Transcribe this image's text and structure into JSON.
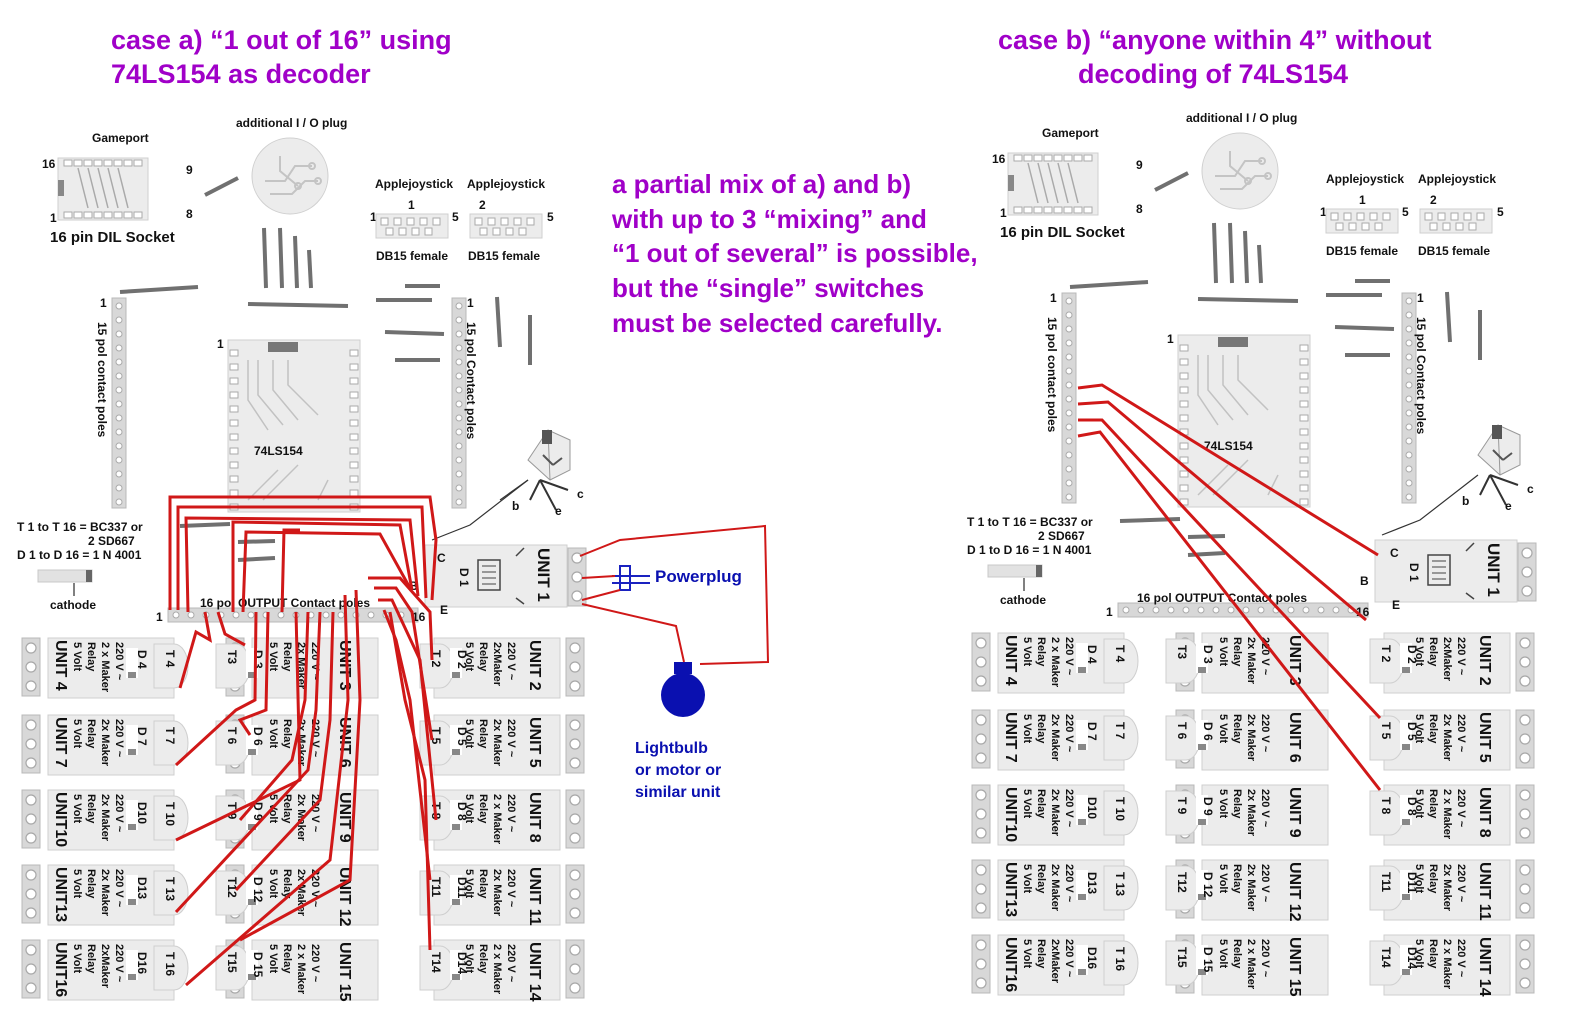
{
  "titles": {
    "case_a": [
      "case a) “1 out of 16” using",
      "74LS154 as decoder"
    ],
    "case_b": [
      "case b) “anyone within 4” without",
      "decoding of 74LS154"
    ],
    "mix_note": [
      "a partial mix of a) and b)",
      "with up to 3 “mixing” and",
      "“1 out of several” is possible,",
      "but the “single” switches",
      "must be selected carefully."
    ]
  },
  "labels": {
    "gameport": "Gameport",
    "io_plug": "additional I / O plug",
    "applejoystick": "Applejoystick",
    "db15": "DB15 female",
    "dil_socket": "16 pin DIL Socket",
    "contact_15_a": "15 pol contact poles",
    "contact_15_b": "15 pol Contact poles",
    "ic": "74LS154",
    "output_poles": "16 pol OUTPUT Contact poles",
    "transistor_note": [
      "T 1 to T 16 = BC337 or",
      "2 SD667",
      "D 1 to D 16 = 1 N 4001"
    ],
    "cathode": "cathode",
    "powerplug": "Powerplug",
    "lightbulb": [
      "Lightbulb",
      "or motor or",
      "similar unit"
    ],
    "pins": {
      "p1": "1",
      "p2": "2",
      "p5": "5",
      "p8": "8",
      "p9": "9",
      "p16": "16",
      "b": "b",
      "c": "c",
      "e": "e",
      "B": "B",
      "C": "C",
      "E": "E"
    }
  },
  "units_left": [
    {
      "unit": "UNIT 4",
      "t": "T 4",
      "d": "D 4",
      "spec": [
        "5 Volt",
        "Relay",
        "2 x Maker",
        "220 V ~"
      ]
    },
    {
      "unit": "UNIT 3",
      "t": "T3",
      "d": "D 3",
      "spec": [
        "5 Volt",
        "Relay",
        "2x Maker",
        "220 V ~"
      ]
    },
    {
      "unit": "UNIT 2",
      "t": "T 2",
      "d": "D 2",
      "spec": [
        "5 Volt",
        "Relay",
        "2xMaker",
        "220 V ~"
      ]
    },
    {
      "unit": "UNIT 7",
      "t": "T 7",
      "d": "D 7",
      "spec": [
        "5 Volt",
        "Relay",
        "2x Maker",
        "220 V ~"
      ]
    },
    {
      "unit": "UNIT 6",
      "t": "T 6",
      "d": "D 6",
      "spec": [
        "5 Volt",
        "Relay",
        "2x Maker",
        "220 V ~"
      ]
    },
    {
      "unit": "UNIT 5",
      "t": "T 5",
      "d": "D 5",
      "spec": [
        "5 Volt",
        "Relay",
        "2x Maker",
        "220 V ~"
      ]
    },
    {
      "unit": "UNIT10",
      "t": "T 10",
      "d": "D10",
      "spec": [
        "5 Volt",
        "Relay",
        "2x Maker",
        "220 V ~"
      ]
    },
    {
      "unit": "UNIT 9",
      "t": "T 9",
      "d": "D 9",
      "spec": [
        "5 Volt",
        "Relay",
        "2x Maker",
        "220 V ~"
      ]
    },
    {
      "unit": "UNIT 8",
      "t": "T 8",
      "d": "D 8",
      "spec": [
        "5 Volt",
        "Relay",
        "2 x Maker",
        "220 V ~"
      ]
    },
    {
      "unit": "UNIT13",
      "t": "T 13",
      "d": "D13",
      "spec": [
        "5 Volt",
        "Relay",
        "2x Maker",
        "220 V ~"
      ]
    },
    {
      "unit": "UNIT 12",
      "t": "T12",
      "d": "D 12",
      "spec": [
        "5 Volt",
        "Relay",
        "2x Maker",
        "220 V ~"
      ]
    },
    {
      "unit": "UNIT 11",
      "t": "T11",
      "d": "D11",
      "spec": [
        "5 Volt",
        "Relay",
        "2x Maker",
        "220 V ~"
      ]
    },
    {
      "unit": "UNIT16",
      "t": "T 16",
      "d": "D16",
      "spec": [
        "5 Volt",
        "Relay",
        "2xMaker",
        "220 V ~"
      ]
    },
    {
      "unit": "UNIT 15",
      "t": "T15",
      "d": "D 15",
      "spec": [
        "5 Volt",
        "Relay",
        "2 x Maker",
        "220 V ~"
      ]
    },
    {
      "unit": "UNIT 14",
      "t": "T14",
      "d": "D14",
      "spec": [
        "5 Volt",
        "Relay",
        "2 x Maker",
        "220 V ~"
      ]
    }
  ],
  "unit1": {
    "unit": "UNIT 1",
    "d": "D 1"
  }
}
